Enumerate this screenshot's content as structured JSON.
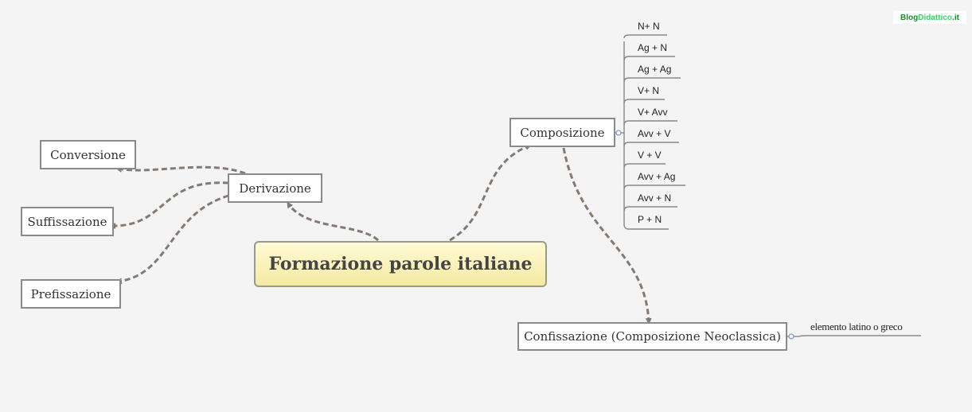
{
  "logo": {
    "part1": "Blog",
    "part2": "Didattico",
    "part3": ".it"
  },
  "central": "Formazione parole italiane",
  "nodes": {
    "conversione": "Conversione",
    "suffissazione": "Suffissazione",
    "prefissazione": "Prefissazione",
    "derivazione": "Derivazione",
    "composizione": "Composizione",
    "confissazione": "Confissazione (Composizione Neoclassica)"
  },
  "composizione_items": [
    "N+ N",
    "Ag + N",
    "Ag + Ag",
    "V+ N",
    "V+ Avv",
    "Avv + V",
    "V + V",
    "Avv + Ag",
    "Avv + N",
    "P + N"
  ],
  "confissazione_note": "elemento latino o greco",
  "colors": {
    "connector": "#857a73",
    "bracket": "#888888",
    "node_border": "#8a8a8a"
  }
}
